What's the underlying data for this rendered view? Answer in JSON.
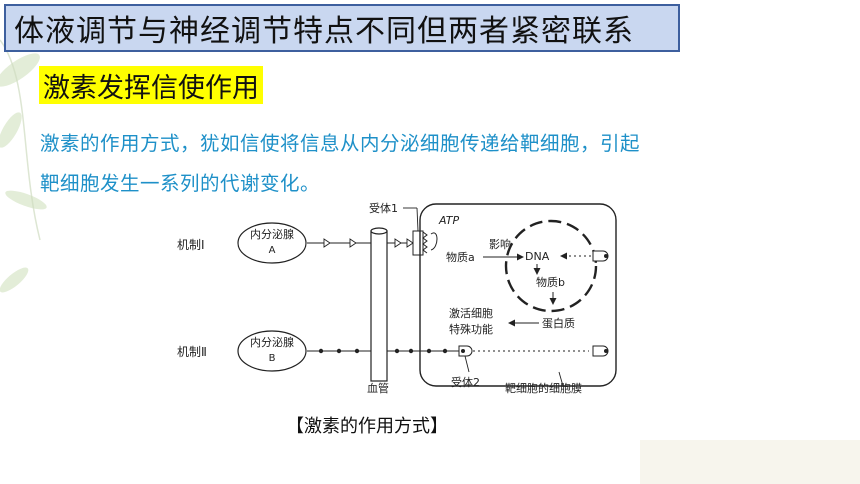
{
  "slide": {
    "title": "体液调节与神经调节特点不同但两者紧密联系",
    "subtitle": "激素发挥信使作用",
    "paragraph_line1": "激素的作用方式，犹如信使将信息从内分泌细胞传递给靶细胞，引起",
    "paragraph_line2": "靶细胞发生一系列的代谢变化。",
    "caption": "【激素的作用方式】"
  },
  "diagram": {
    "mechanism1": "机制Ⅰ",
    "mechanism2": "机制Ⅱ",
    "gland_a_line1": "内分泌腺",
    "gland_a_line2": "A",
    "gland_b_line1": "内分泌腺",
    "gland_b_line2": "B",
    "receptor1": "受体1",
    "receptor2": "受体2",
    "atp": "ATP",
    "substance_a": "物质a",
    "influence": "影响",
    "dna": "DNA",
    "substance_b": "物质b",
    "activate_line1": "激活细胞",
    "activate_line2": "特殊功能",
    "protein": "蛋白质",
    "blood_vessel": "血管",
    "target_membrane": "靶细胞的细胞膜"
  },
  "colors": {
    "title_bg": "#c9d7f0",
    "title_border": "#3d5f9e",
    "subtitle_bg": "#ffff00",
    "paragraph_text": "#1e90c8"
  }
}
